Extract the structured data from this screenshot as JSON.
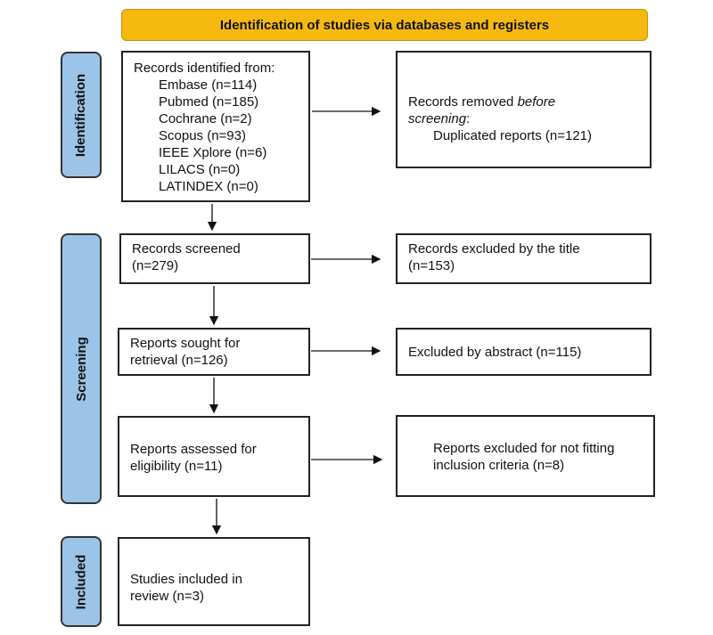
{
  "header": "Identification of studies via databases and registers",
  "phases": {
    "identification": "Identification",
    "screening": "Screening",
    "included": "Included"
  },
  "identified": {
    "title": "Records identified from:",
    "sources": [
      "Embase (n=114)",
      "Pubmed (n=185)",
      "Cochrane (n=2)",
      "Scopus (n=93)",
      "IEEE Xplore (n=6)",
      "LILACS (n=0)",
      "LATINDEX (n=0)"
    ]
  },
  "removed": {
    "line1": "Records removed ",
    "line1_em": "before",
    "line2_em": "screening",
    "line2": ":",
    "detail": "Duplicated reports (n=121)"
  },
  "screened": {
    "line1": "Records screened",
    "line2": "(n=279)"
  },
  "excluded_title": {
    "line1": "Records excluded by the title",
    "line2": "(n=153)"
  },
  "sought": {
    "line1": "Reports sought for",
    "line2": "retrieval (n=126)"
  },
  "excluded_abstract": "Excluded by abstract (n=115)",
  "assessed": {
    "line1": "Reports assessed for",
    "line2": "eligibility (n=11)"
  },
  "excluded_criteria": {
    "line1": "Reports excluded for not fitting",
    "line2": "inclusion criteria (n=8)"
  },
  "included": {
    "line1": "Studies included in",
    "line2": "review (n=3)"
  },
  "colors": {
    "header": "#f6b90f",
    "phase": "#9cc4e8"
  }
}
